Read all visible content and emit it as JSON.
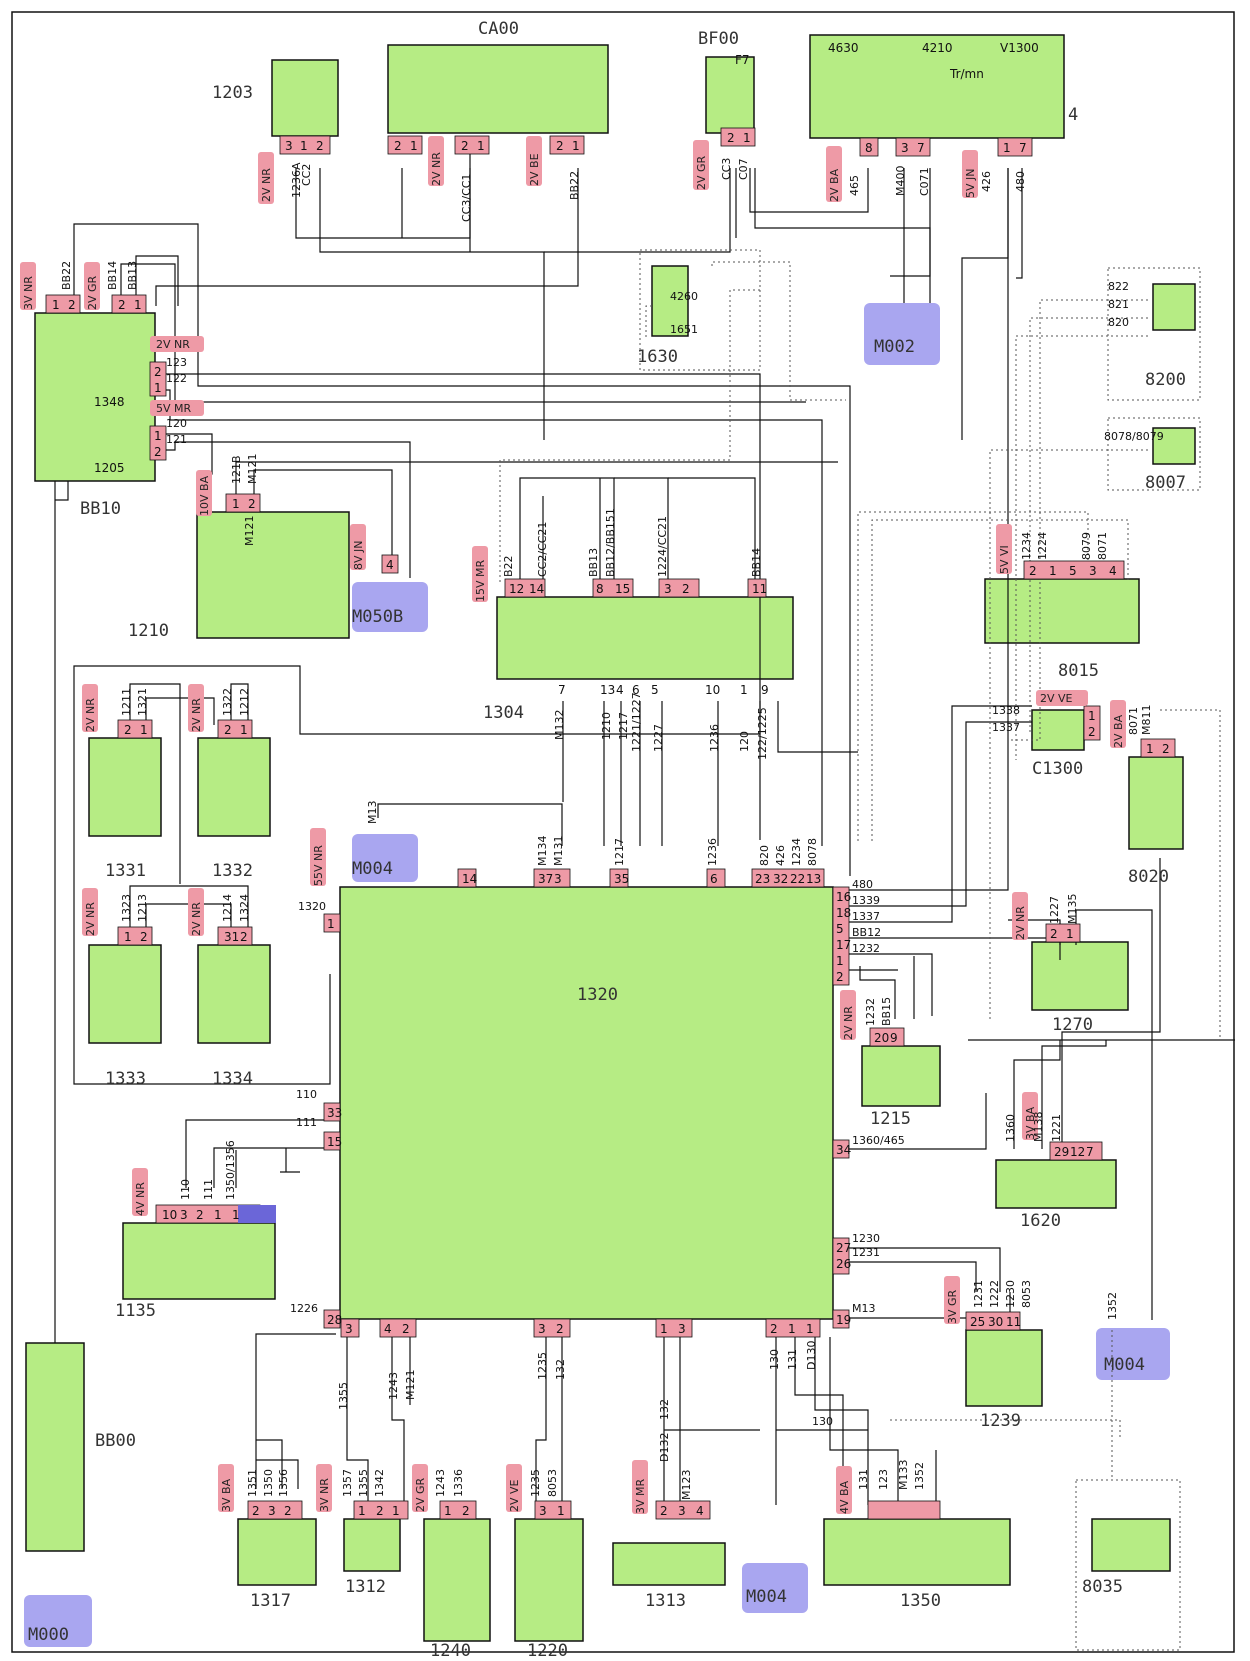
{
  "components": [
    {
      "id": "1203",
      "label": "1203"
    },
    {
      "id": "CA00",
      "label": "CA00"
    },
    {
      "id": "BF00",
      "label": "BF00"
    },
    {
      "id": "cluster",
      "label": "4",
      "sub": [
        "4630",
        "4210",
        "V1300",
        "Tr/mn",
        "F7"
      ]
    },
    {
      "id": "BB10",
      "label": "BB10",
      "sub": [
        "1348",
        "1205"
      ]
    },
    {
      "id": "1210",
      "label": "1210"
    },
    {
      "id": "1630",
      "label": "1630"
    },
    {
      "id": "8200",
      "label": "8200"
    },
    {
      "id": "8007",
      "label": "8007"
    },
    {
      "id": "1304",
      "label": "1304"
    },
    {
      "id": "8015",
      "label": "8015"
    },
    {
      "id": "C1300",
      "label": "C1300"
    },
    {
      "id": "8020",
      "label": "8020"
    },
    {
      "id": "1331",
      "label": "1331"
    },
    {
      "id": "1332",
      "label": "1332"
    },
    {
      "id": "1333",
      "label": "1333"
    },
    {
      "id": "1334",
      "label": "1334"
    },
    {
      "id": "1320",
      "label": "1320"
    },
    {
      "id": "1270",
      "label": "1270"
    },
    {
      "id": "1215",
      "label": "1215"
    },
    {
      "id": "1620",
      "label": "1620"
    },
    {
      "id": "1135",
      "label": "1135"
    },
    {
      "id": "1239",
      "label": "1239"
    },
    {
      "id": "BB00",
      "label": "BB00"
    },
    {
      "id": "1317",
      "label": "1317"
    },
    {
      "id": "1312",
      "label": "1312"
    },
    {
      "id": "1240",
      "label": "1240"
    },
    {
      "id": "1220",
      "label": "1220"
    },
    {
      "id": "1313",
      "label": "1313"
    },
    {
      "id": "1350",
      "label": "1350"
    },
    {
      "id": "8035",
      "label": "8035"
    }
  ],
  "grounds": [
    "M002",
    "M050B",
    "M004",
    "M004",
    "M004",
    "M000"
  ],
  "connectors": [
    "2V NR",
    "2V NR",
    "2V BE",
    "2V GR",
    "2V BA",
    "5V JN",
    "3V NR",
    "2V GR",
    "2V NR",
    "5V MR",
    "10V BA",
    "8V JN",
    "15V MR",
    "5V VI",
    "2V VE",
    "2V BA",
    "2V NR",
    "2V NR",
    "2V NR",
    "2V NR",
    "55V NR",
    "2V NR",
    "2V NR",
    "3V BA",
    "4V NR",
    "3V GR",
    "3V BA",
    "3V NR",
    "2V GR",
    "2V VE",
    "3V MR",
    "4V BA"
  ],
  "wires": [
    "1236A",
    "CC2",
    "CC3/CC1",
    "BB22",
    "CC3",
    "C07",
    "465",
    "M400",
    "C071",
    "426",
    "480",
    "BB22",
    "BB14",
    "BB13",
    "123",
    "122",
    "120",
    "121",
    "121B",
    "M121",
    "M121",
    "4260",
    "1651",
    "822",
    "821",
    "820",
    "8078/8079",
    "1234",
    "1224",
    "8079",
    "8071",
    "B22",
    "CC2/CC21",
    "BB13",
    "BB12/BB151",
    "1224/CC21",
    "BB14",
    "M132",
    "1210",
    "1217",
    "1221/1227",
    "1227",
    "1236",
    "120",
    "122/1225",
    "1338",
    "1337",
    "8071",
    "M811",
    "1211",
    "1321",
    "1322",
    "1212",
    "1323",
    "1213",
    "1214",
    "1324",
    "M13",
    "M134",
    "M131",
    "1217",
    "1236",
    "820",
    "426",
    "1234",
    "8078",
    "480",
    "1339",
    "1337",
    "BB12",
    "1232",
    "1320",
    "1227",
    "M135",
    "1232",
    "BB15",
    "110",
    "111",
    "1360/465",
    "1360",
    "M138",
    "1221",
    "1230",
    "1231",
    "1231",
    "1222",
    "1230",
    "8053",
    "M13",
    "1352",
    "1226",
    "110",
    "111",
    "1350/1356",
    "1355",
    "1243",
    "M121",
    "1235",
    "132",
    "132",
    "D132",
    "M123",
    "130",
    "131",
    "D130",
    "130",
    "131",
    "123",
    "M133",
    "1352",
    "1351",
    "1350",
    "1356",
    "1357",
    "1355",
    "1342",
    "1243",
    "1336",
    "1235",
    "8053"
  ],
  "pins": [
    "3",
    "1",
    "2",
    "2",
    "1",
    "2",
    "1",
    "2",
    "1",
    "2",
    "1",
    "8",
    "3",
    "7",
    "1",
    "7",
    "1",
    "2",
    "2",
    "1",
    "2",
    "1",
    "1",
    "2",
    "1",
    "2",
    "4",
    "12",
    "14",
    "8",
    "15",
    "3",
    "2",
    "11",
    "7",
    "13",
    "4",
    "6",
    "5",
    "10",
    "1",
    "9",
    "2",
    "1",
    "5",
    "3",
    "4",
    "1",
    "2",
    "1",
    "2",
    "2",
    "1",
    "2",
    "1",
    "1",
    "2",
    "31",
    "2",
    "14",
    "37",
    "3",
    "35",
    "6",
    "23",
    "32",
    "22",
    "13",
    "16",
    "18",
    "5",
    "17",
    "1",
    "2",
    "1",
    "2",
    "1",
    "20",
    "9",
    "33",
    "15",
    "34",
    "29",
    "12",
    "7",
    "27",
    "26",
    "25",
    "30",
    "11",
    "19",
    "28",
    "10",
    "3",
    "2",
    "1",
    "1",
    "3",
    "4",
    "2",
    "3",
    "2",
    "1",
    "3",
    "2",
    "1",
    "1",
    "2",
    "3",
    "2",
    "1",
    "2",
    "1",
    "1",
    "2",
    "3",
    "1",
    "2",
    "3",
    "4"
  ],
  "colors": {
    "component": "#b6ec84",
    "ground": "#a9a6f0",
    "connector": "#ee9aa6",
    "line": "#111111"
  },
  "icons": [
    "motor-icon",
    "fuel-pump-icon",
    "relay-icon",
    "horn-icon",
    "fuse-icon",
    "speed-sensor-icon",
    "injector-icon",
    "battery-icon",
    "resistor-icon",
    "ground-icon",
    "arrow-icon"
  ]
}
